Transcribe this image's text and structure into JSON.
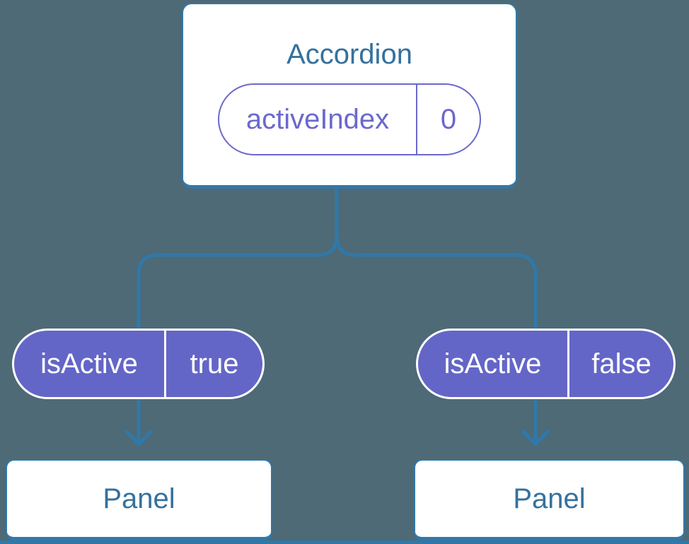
{
  "colors": {
    "background": "#4D6A76",
    "accent_blue": "#3178A9",
    "text_blue": "#35719D",
    "pill_purple": "#6466C7",
    "state_purple": "#6B68CE",
    "card_white": "#FFFFFF"
  },
  "diagram": {
    "accordion": {
      "title": "Accordion",
      "state": {
        "label": "activeIndex",
        "value": "0"
      }
    },
    "props": [
      {
        "label": "isActive",
        "value": "true"
      },
      {
        "label": "isActive",
        "value": "false"
      }
    ],
    "panels": [
      {
        "title": "Panel"
      },
      {
        "title": "Panel"
      }
    ]
  }
}
